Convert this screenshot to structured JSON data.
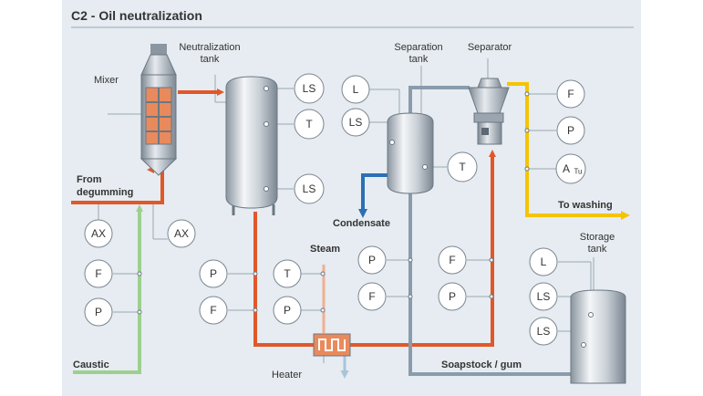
{
  "title": "C2 - Oil neutralization",
  "equipment": {
    "mixer": "Mixer",
    "neutralization_tank": [
      "Neutralization",
      "tank"
    ],
    "separation_tank": [
      "Separation",
      "tank"
    ],
    "separator": "Separator",
    "storage_tank": [
      "Storage",
      "tank"
    ],
    "heater": "Heater"
  },
  "streams": {
    "from_degumming": [
      "From",
      "degumming"
    ],
    "caustic": "Caustic",
    "steam": "Steam",
    "condensate": "Condensate",
    "to_washing": "To washing",
    "soapstock": "Soapstock / gum"
  },
  "instruments": {
    "mixer_ax_in": "AX",
    "mixer_ax_out": "AX",
    "feed_f": "F",
    "feed_p": "P",
    "ntank_ls_top": "LS",
    "ntank_t": "T",
    "ntank_ls_bottom": "LS",
    "nline_p": "P",
    "nline_f": "F",
    "steam_t": "T",
    "steam_p": "P",
    "stank_l": "L",
    "stank_ls": "LS",
    "stank_t": "T",
    "sepout_p": "P",
    "sepout_f": "F",
    "sepfeed_f": "F",
    "sepfeed_p": "P",
    "separator_f": "F",
    "separator_p": "P",
    "separator_a_main": "A",
    "separator_a_sub": "Tu",
    "storage_l": "L",
    "storage_ls_top": "LS",
    "storage_ls_bottom": "LS"
  },
  "colors": {
    "background": "#e6ecf1",
    "oil_line": "#e0582a",
    "caustic_line": "#9dd08f",
    "separator_out_line": "#f5c400",
    "condensate_line": "#2c6fb4",
    "soapstock_line": "#8a9cac",
    "steam_line": "#f0b090"
  }
}
